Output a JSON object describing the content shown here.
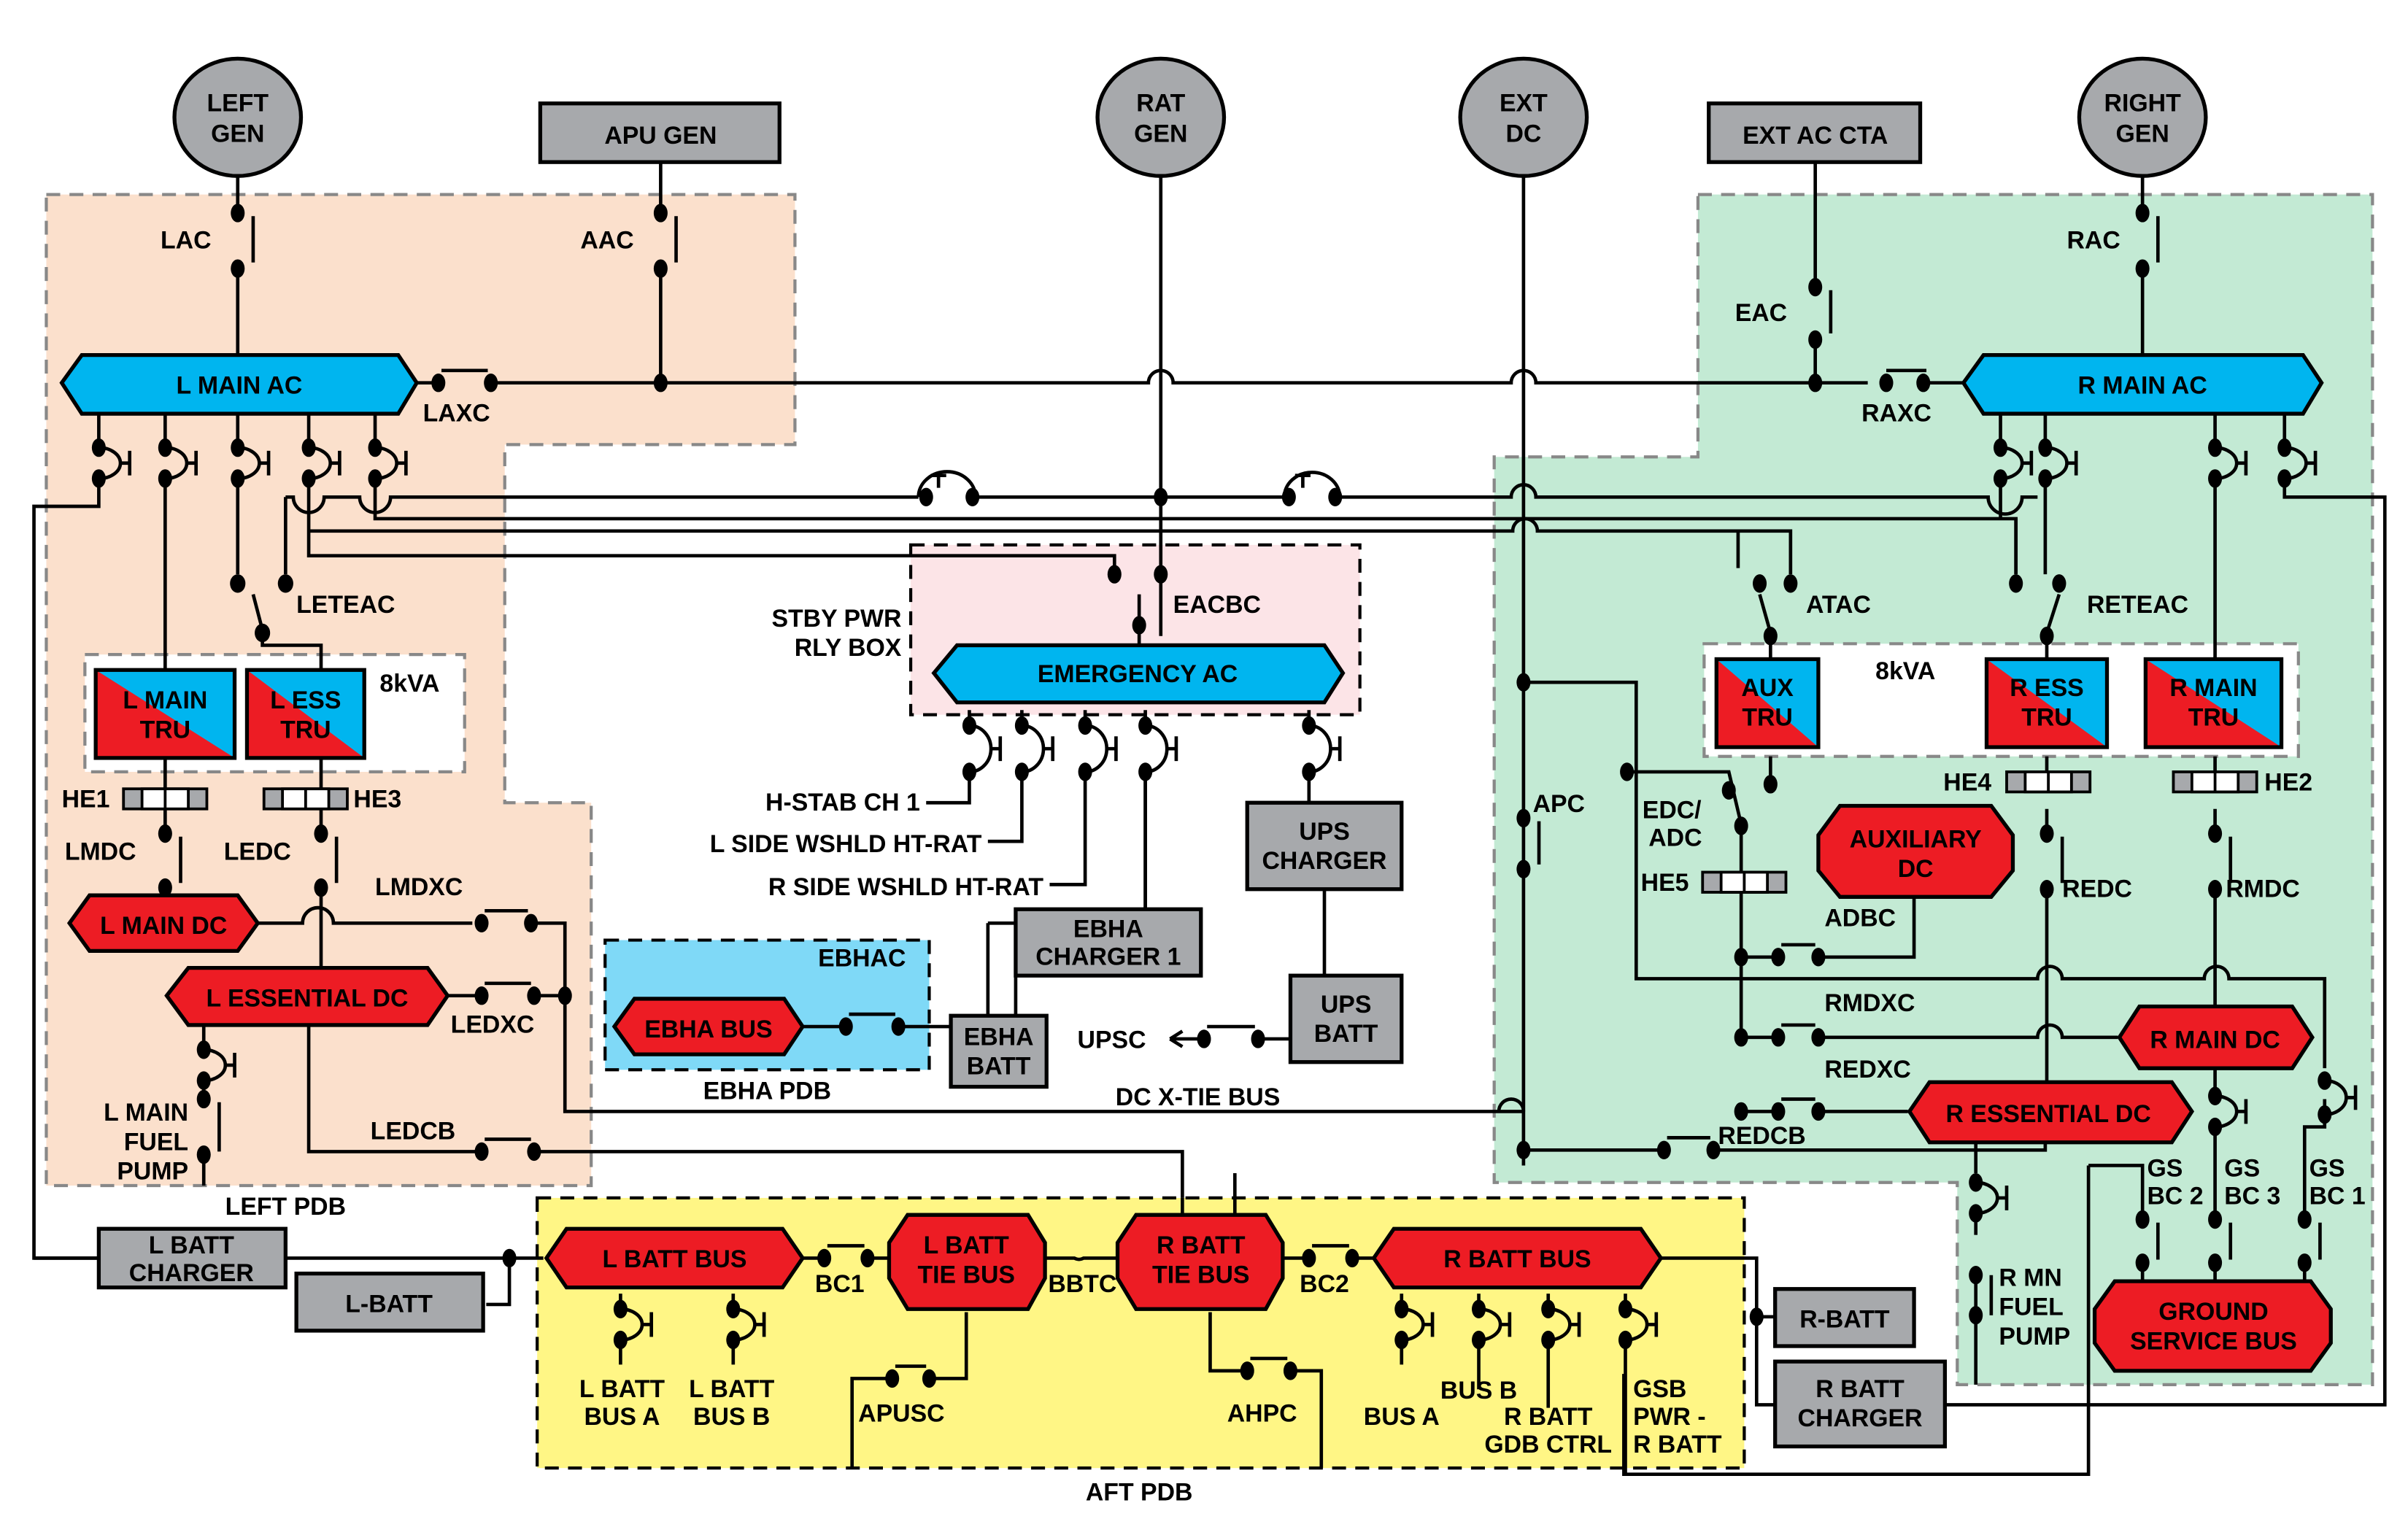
{
  "title": "Electrical power distribution diagram",
  "colors": {
    "ac_bus": "#00b5ef",
    "dc_bus": "#ed1c24",
    "source": "#a7a9ac",
    "left_pdb": "#fbe0cc",
    "right_pdb": "#c3ead4",
    "aft_pdb": "#fff685",
    "stby_box": "#fce4e7",
    "ebha_pdb": "#7fd9f7"
  },
  "sources": {
    "left_gen": [
      "LEFT",
      "GEN"
    ],
    "apu_gen": "APU GEN",
    "rat_gen": [
      "RAT",
      "GEN"
    ],
    "ext_dc": [
      "EXT",
      "DC"
    ],
    "ext_ac_cta": "EXT AC CTA",
    "right_gen": [
      "RIGHT",
      "GEN"
    ]
  },
  "buses": {
    "l_main_ac": "L MAIN AC",
    "r_main_ac": "R MAIN AC",
    "emergency_ac": "EMERGENCY AC",
    "l_main_dc": "L MAIN DC",
    "l_essential_dc": "L ESSENTIAL DC",
    "r_main_dc": "R MAIN DC",
    "r_essential_dc": "R ESSENTIAL DC",
    "auxiliary_dc": [
      "AUXILIARY",
      "DC"
    ],
    "ebha_bus": "EBHA BUS",
    "l_batt_bus": "L BATT BUS",
    "l_batt_tie_bus": [
      "L BATT",
      "TIE BUS"
    ],
    "r_batt_tie_bus": [
      "R BATT",
      "TIE BUS"
    ],
    "r_batt_bus": "R BATT BUS",
    "ground_service_bus": [
      "GROUND",
      "SERVICE BUS"
    ]
  },
  "trus": {
    "l_main_tru": [
      "L MAIN",
      "TRU"
    ],
    "l_ess_tru": [
      "L ESS",
      "TRU"
    ],
    "aux_tru": [
      "AUX",
      "TRU"
    ],
    "r_ess_tru": [
      "R ESS",
      "TRU"
    ],
    "r_main_tru": [
      "R MAIN",
      "TRU"
    ],
    "rating_left": "8kVA",
    "rating_right": "8kVA"
  },
  "equipment": {
    "ups_charger": [
      "UPS",
      "CHARGER"
    ],
    "ups_batt": [
      "UPS",
      "BATT"
    ],
    "ebha_charger": [
      "EBHA",
      "CHARGER 1"
    ],
    "ebha_batt": [
      "EBHA",
      "BATT"
    ],
    "l_batt_charger": [
      "L BATT",
      "CHARGER"
    ],
    "l_batt": "L-BATT",
    "r_batt": "R-BATT",
    "r_batt_charger": [
      "R BATT",
      "CHARGER"
    ]
  },
  "contactors": {
    "lac": "LAC",
    "aac": "AAC",
    "laxc": "LAXC",
    "rac": "RAC",
    "eac": "EAC",
    "raxc": "RAXC",
    "leteac": "LETEAC",
    "eacbc": "EACBC",
    "atac": "ATAC",
    "reteac": "RETEAC",
    "lmdc": "LMDC",
    "ledc": "LEDC",
    "lmdxc": "LMDXC",
    "ledxc": "LEDXC",
    "ledcb": "LEDCB",
    "apc": "APC",
    "edc_adc": [
      "EDC/",
      "ADC"
    ],
    "adbc": "ADBC",
    "redc": "REDC",
    "rmdc": "RMDC",
    "rmdxc": "RMDXC",
    "redxc": "REDXC",
    "redcb": "REDCB",
    "upsc": "UPSC",
    "bc1": "BC1",
    "bbtc": "BBTC",
    "bc2": "BC2",
    "apusc": "APUSC",
    "ahpc": "AHPC",
    "ebhac": "EBHAC"
  },
  "heat_exchangers": {
    "he1": "HE1",
    "he2": "HE2",
    "he3": "HE3",
    "he4": "HE4",
    "he5": "HE5"
  },
  "loads": {
    "h_stab": "H-STAB CH 1",
    "l_wshld": "L SIDE WSHLD HT-RAT",
    "r_wshld": "R SIDE WSHLD HT-RAT",
    "l_main_fuel_pump": [
      "L MAIN",
      "FUEL",
      "PUMP"
    ],
    "r_mn_fuel_pump": [
      "R MN",
      "FUEL",
      "PUMP"
    ],
    "gs_bc2": [
      "GS",
      "BC 2"
    ],
    "gs_bc3": [
      "GS",
      "BC 3"
    ],
    "gs_bc1": [
      "GS",
      "BC 1"
    ],
    "l_batt_bus_a": [
      "L BATT",
      "BUS A"
    ],
    "l_batt_bus_b": [
      "L BATT",
      "BUS B"
    ],
    "r_bus_a": "BUS A",
    "r_bus_b": "BUS B",
    "r_batt_gdb_ctrl": [
      "R BATT",
      "GDB CTRL"
    ],
    "gsb_pwr": [
      "GSB",
      "PWR -",
      "R BATT"
    ]
  },
  "zones": {
    "left_pdb": "LEFT PDB",
    "aft_pdb": "AFT PDB",
    "ebha_pdb": "EBHA PDB",
    "stby_box": [
      "STBY PWR",
      "RLY BOX"
    ],
    "dc_xtie": "DC X-TIE BUS"
  }
}
